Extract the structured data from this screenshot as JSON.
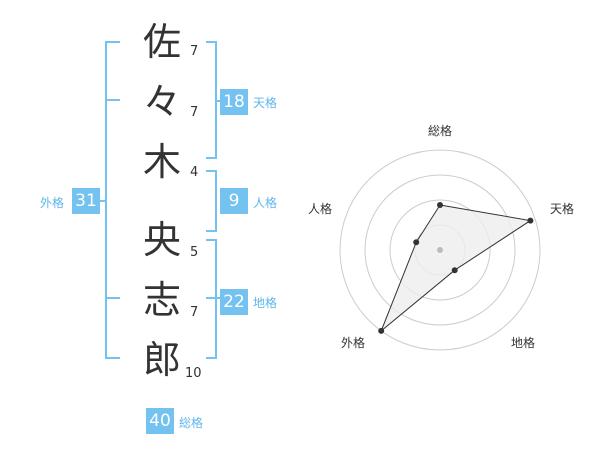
{
  "name_chars": [
    {
      "char": "佐",
      "strokes": "7"
    },
    {
      "char": "々",
      "strokes": "7"
    },
    {
      "char": "木",
      "strokes": "4"
    },
    {
      "char": "央",
      "strokes": "5"
    },
    {
      "char": "志",
      "strokes": "7"
    },
    {
      "char": "郎",
      "strokes": "10"
    }
  ],
  "kaku": {
    "tenkaku": {
      "value": "18",
      "label": "天格"
    },
    "jinkaku": {
      "value": "9",
      "label": "人格"
    },
    "chikaku": {
      "value": "22",
      "label": "地格"
    },
    "gaikaku": {
      "value": "31",
      "label": "外格"
    },
    "soukaku": {
      "value": "40",
      "label": "総格"
    }
  },
  "chart_data": {
    "type": "radar",
    "axes": [
      "総格",
      "天格",
      "地格",
      "外格",
      "人格"
    ],
    "values": [
      0.45,
      0.95,
      0.25,
      1.0,
      0.25
    ],
    "max": 1.0,
    "rings": 4,
    "colors": {
      "line": "#333333",
      "fill": "#eeeeee",
      "ring": "#cccccc",
      "center": "#bbbbbb"
    }
  },
  "colors": {
    "accent": "#74c2f0",
    "accent_text": "#5fb6ec"
  }
}
